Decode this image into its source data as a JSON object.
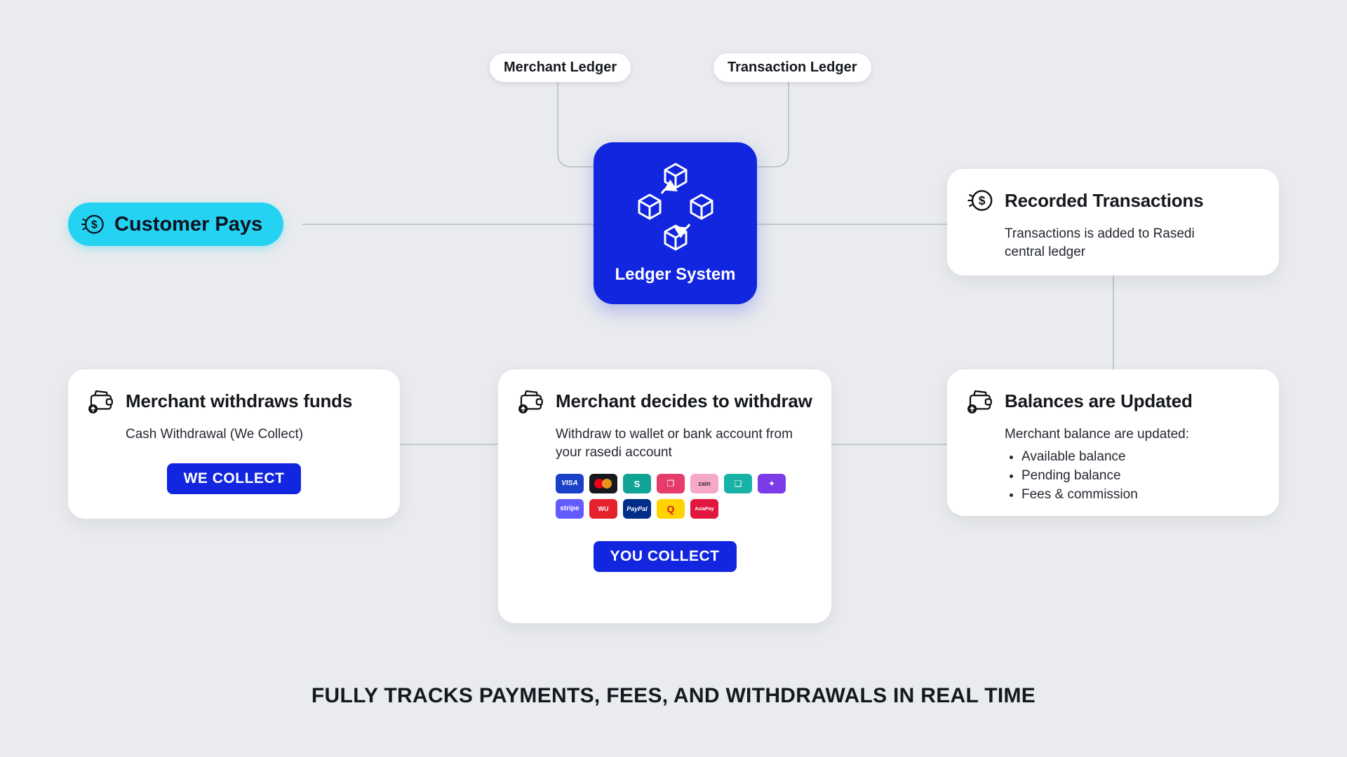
{
  "page": {
    "footer": "FULLY TRACKS PAYMENTS, FEES, AND WITHDRAWALS IN REAL TIME"
  },
  "colors": {
    "accent_blue": "#1226df",
    "cyan": "#24d3f2",
    "connector": "#b9bdc4",
    "card_bg": "#ffffff",
    "page_bg": "#e9ebee"
  },
  "ledger_labels": {
    "merchant": "Merchant Ledger",
    "transaction": "Transaction Ledger"
  },
  "ledger_system": {
    "label": "Ledger System"
  },
  "customer_pays": {
    "label": "Customer Pays"
  },
  "recorded_transactions": {
    "title": "Recorded Transactions",
    "body": "Transactions is added to Rasedi central ledger"
  },
  "balances_updated": {
    "title": "Balances are Updated",
    "intro": "Merchant balance are updated:",
    "bullets": [
      "Available balance",
      "Pending balance",
      "Fees & commission"
    ]
  },
  "merchant_decides": {
    "title": "Merchant decides to withdraw",
    "body": "Withdraw to wallet or bank account from your rasedi account",
    "button": "YOU COLLECT",
    "payments_row1": [
      {
        "name": "visa",
        "glyph": "VISA",
        "bg": "#1a41c8",
        "fg": "#ffffff",
        "size": 10,
        "italic": true
      },
      {
        "name": "mastercard",
        "glyph": "",
        "bg": "#16181d"
      },
      {
        "name": "switch",
        "glyph": "S",
        "bg": "#10a396",
        "fg": "#ffffff",
        "size": 13
      },
      {
        "name": "zaincash",
        "glyph": "❒",
        "bg": "#e63c6b",
        "fg": "#ffffff",
        "size": 12
      },
      {
        "name": "zain",
        "glyph": "zain",
        "bg": "#f6a9c6",
        "fg": "#43273a",
        "size": 9
      },
      {
        "name": "nass-wallet",
        "glyph": "❏",
        "bg": "#19b2a6",
        "fg": "#ffffff",
        "size": 12
      },
      {
        "name": "superqi",
        "glyph": "✦",
        "bg": "#7b3ce8",
        "fg": "#ffffff",
        "size": 12
      }
    ],
    "payments_row2": [
      {
        "name": "stripe",
        "glyph": "stripe",
        "bg": "#635bff",
        "fg": "#ffffff",
        "size": 10
      },
      {
        "name": "western-union",
        "glyph": "WU",
        "bg": "#e5212e",
        "fg": "#ffffff",
        "size": 9
      },
      {
        "name": "paypal",
        "glyph": "PayPal",
        "bg": "#002c8a",
        "fg": "#ffffff",
        "size": 9,
        "italic": true
      },
      {
        "name": "qi-card",
        "glyph": "Q",
        "bg": "#ffd200",
        "fg": "#d7182a",
        "size": 14
      },
      {
        "name": "asiapay",
        "glyph": "AsiaPay",
        "bg": "#e2173d",
        "fg": "#ffffff",
        "size": 7
      }
    ]
  },
  "merchant_withdraws": {
    "title": "Merchant withdraws funds",
    "body": "Cash Withdrawal (We Collect)",
    "button": "WE COLLECT"
  }
}
